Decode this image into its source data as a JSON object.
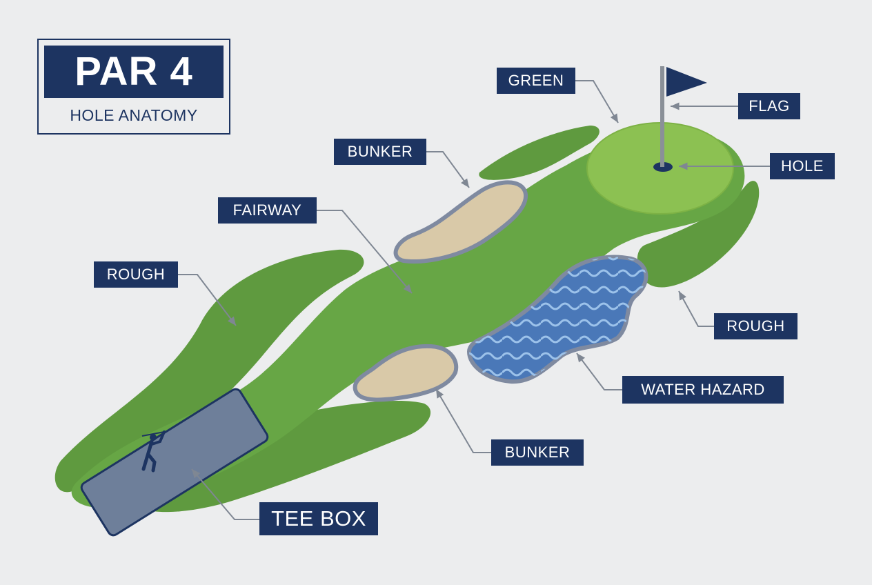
{
  "title": {
    "main": "PAR 4",
    "sub": "HOLE ANATOMY"
  },
  "labels": {
    "green": "GREEN",
    "flag": "FLAG",
    "hole": "HOLE",
    "bunker_upper": "BUNKER",
    "fairway": "FAIRWAY",
    "rough_left": "ROUGH",
    "rough_right": "ROUGH",
    "water_hazard": "WATER HAZARD",
    "bunker_lower": "BUNKER",
    "tee_box": "TEE BOX"
  },
  "colors": {
    "navy": "#1d3461",
    "rough": "#5f9a3f",
    "fairway": "#67a645",
    "green": "#8cc152",
    "sand": "#d9c9a8",
    "water": "#4a78b8",
    "tee": "#6e7f9a",
    "leader": "#7f8793",
    "background": "#ecedee"
  },
  "icons": {
    "golfer": "golfer-icon",
    "flag": "flag-icon",
    "hole": "hole-icon"
  }
}
